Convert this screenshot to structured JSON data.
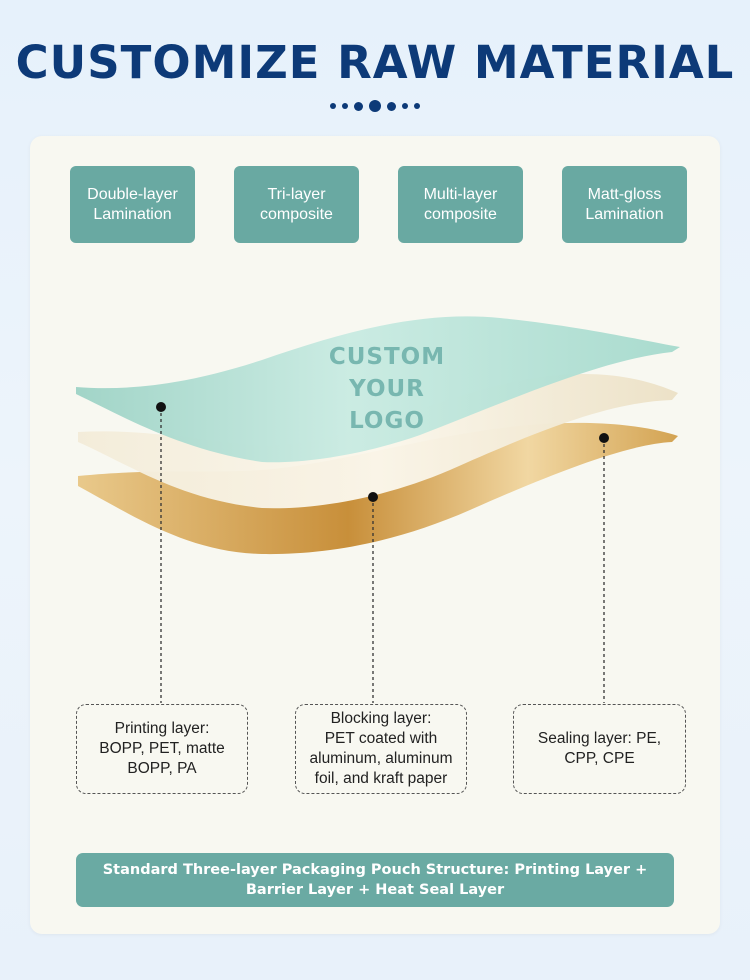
{
  "header": {
    "title": "CUSTOMIZE RAW MATERIAL"
  },
  "tags": [
    {
      "label": "Double-layer\nLamination"
    },
    {
      "label": "Tri-layer\ncomposite"
    },
    {
      "label": "Multi-layer\ncomposite"
    },
    {
      "label": "Matt-gloss\nLamination"
    }
  ],
  "diagram": {
    "logo_lines": [
      "CUSTOM",
      "YOUR",
      "LOGO"
    ],
    "layers": [
      {
        "label": "Printing layer:\nBOPP, PET, matte\nBOPP, PA"
      },
      {
        "label": "Blocking layer:\nPET coated with\naluminum, aluminum\nfoil, and kraft paper"
      },
      {
        "label": "Sealing layer: PE,\nCPP, CPE"
      }
    ],
    "colors": {
      "top_layer": "#a9dccf",
      "middle_layer": "#f2ead6",
      "bottom_layer": "#d4a24e",
      "accent": "#69a9a2",
      "title": "#0d3a78"
    }
  },
  "footer": {
    "banner": "Standard Three-layer Packaging Pouch Structure: Printing Layer +\nBarrier Layer + Heat Seal Layer"
  }
}
